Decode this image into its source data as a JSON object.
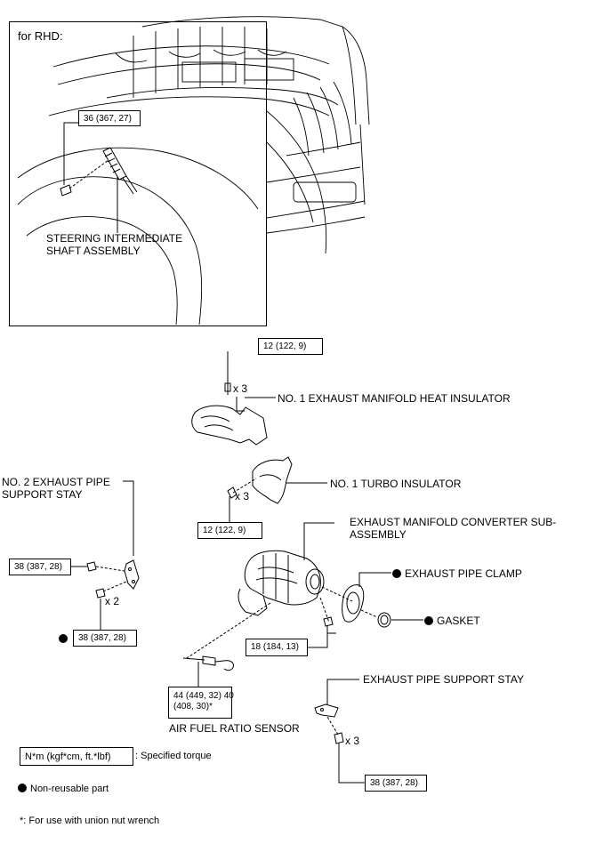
{
  "inset": {
    "title": "for RHD:",
    "torque": "36 (367, 27)",
    "part": [
      "STEERING INTERMEDIATE",
      "SHAFT ASSEMBLY"
    ]
  },
  "torques": {
    "heat_insulator_bolts": "12 (122, 9)",
    "turbo_insulator_bolts": "12 (122, 9)",
    "stay2_bolt": "38 (387, 28)",
    "stay2_nut": "38 (387, 28)",
    "converter_nut": "18 (184, 13)",
    "af_sensor": [
      "44 (449, 32) 40",
      "(408, 30)*"
    ],
    "support_stay_bolts": "38 (387, 28)"
  },
  "quantities": {
    "heat_insulator": "x 3",
    "turbo_insulator": "x 3",
    "stay2_nut": "x 2",
    "support_stay": "x 3"
  },
  "parts": {
    "heat_insulator": "NO. 1 EXHAUST MANIFOLD HEAT INSULATOR",
    "turbo_insulator": "NO. 1 TURBO INSULATOR",
    "stay2": [
      "NO. 2 EXHAUST PIPE",
      "SUPPORT STAY"
    ],
    "converter": [
      "EXHAUST MANIFOLD CONVERTER SUB-",
      "ASSEMBLY"
    ],
    "pipe_clamp": "EXHAUST PIPE CLAMP",
    "gasket": "GASKET",
    "support_stay": "EXHAUST PIPE SUPPORT STAY",
    "af_sensor": "AIR FUEL RATIO SENSOR"
  },
  "legend": {
    "unit_box": "N*m (kgf*cm, ft.*lbf)",
    "unit_text": ": Specified torque",
    "non_reusable": "Non-reusable part",
    "footnote": "*: For use with union nut wrench"
  }
}
